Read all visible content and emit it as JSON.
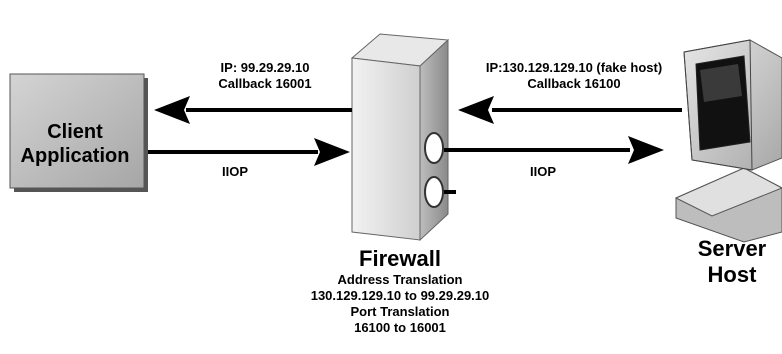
{
  "client": {
    "line1": "Client",
    "line2": "Application"
  },
  "top_left_arrow": {
    "line1": "IP: 99.29.29.10",
    "line2": "Callback 16001"
  },
  "bottom_left_arrow": {
    "label": "IIOP"
  },
  "top_right_arrow": {
    "line1": "IP:130.129.129.10 (fake host)",
    "line2": "Callback 16100"
  },
  "bottom_right_arrow": {
    "label": "IIOP"
  },
  "firewall": {
    "title": "Firewall",
    "address_heading": "Address Translation",
    "address_detail": "130.129.129.10 to 99.29.29.10",
    "port_heading": "Port Translation",
    "port_detail": "16100 to 16001"
  },
  "server": {
    "line1": "Server",
    "line2": "Host"
  }
}
